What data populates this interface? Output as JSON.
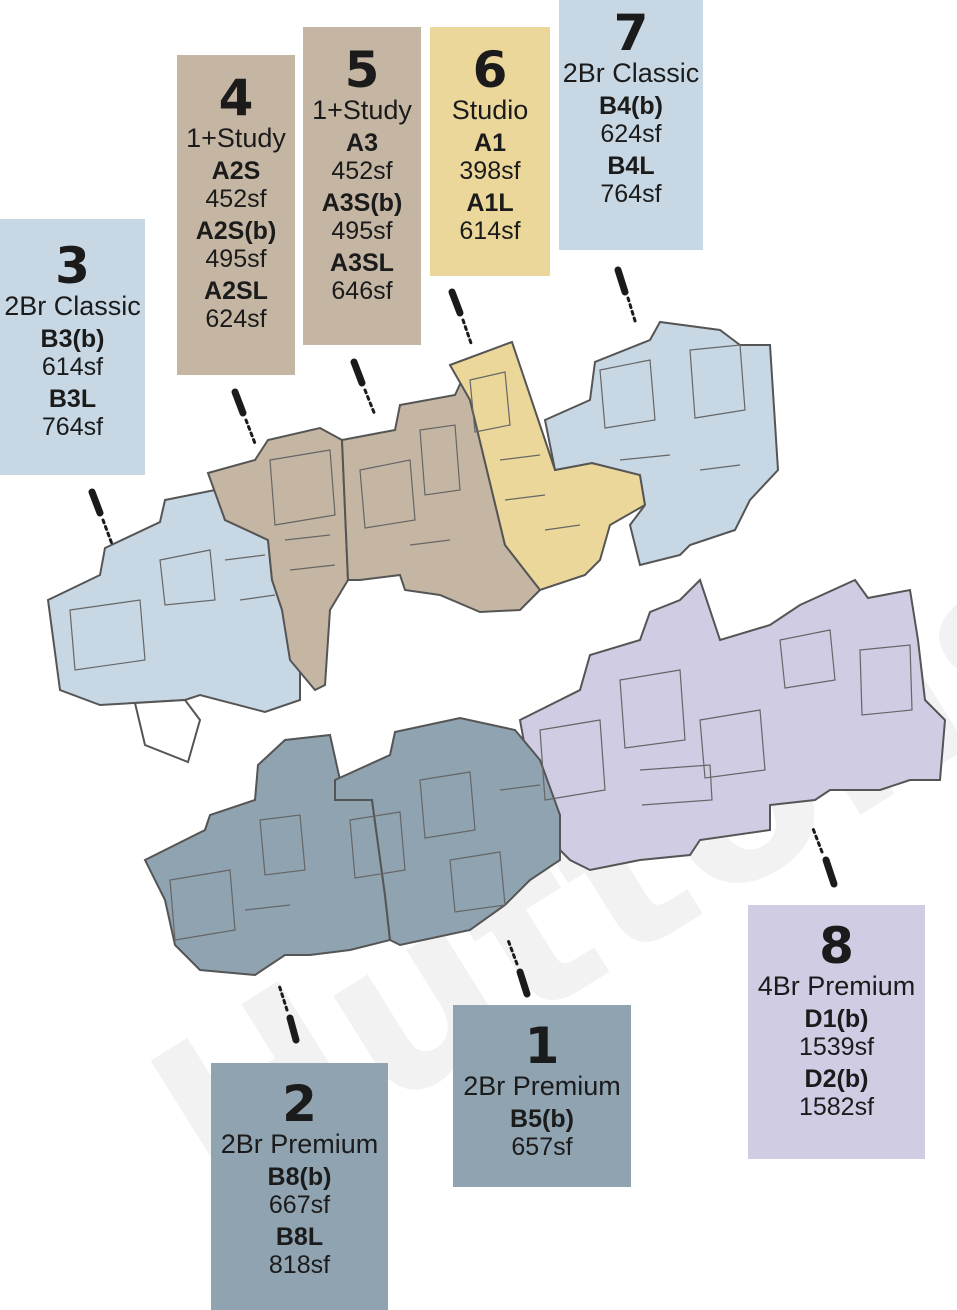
{
  "colors": {
    "classic_blue": "#c7d8e4",
    "study_tan": "#c4b6a3",
    "studio_yellow": "#ecd79a",
    "premium_slate": "#8fa3b1",
    "premium_lilac": "#d0cce4",
    "wall": "#555555",
    "watermark": "#f1f1f1"
  },
  "stacks": [
    {
      "number": "3",
      "type": "2Br Classic",
      "units": [
        {
          "code": "B3(b)",
          "size": "614sf"
        },
        {
          "code": "B3L",
          "size": "764sf"
        }
      ],
      "color_key": "classic_blue"
    },
    {
      "number": "4",
      "type": "1+Study",
      "units": [
        {
          "code": "A2S",
          "size": "452sf"
        },
        {
          "code": "A2S(b)",
          "size": "495sf"
        },
        {
          "code": "A2SL",
          "size": "624sf"
        }
      ],
      "color_key": "study_tan"
    },
    {
      "number": "5",
      "type": "1+Study",
      "units": [
        {
          "code": "A3",
          "size": "452sf"
        },
        {
          "code": "A3S(b)",
          "size": "495sf"
        },
        {
          "code": "A3SL",
          "size": "646sf"
        }
      ],
      "color_key": "study_tan"
    },
    {
      "number": "6",
      "type": "Studio",
      "units": [
        {
          "code": "A1",
          "size": "398sf"
        },
        {
          "code": "A1L",
          "size": "614sf"
        }
      ],
      "color_key": "studio_yellow"
    },
    {
      "number": "7",
      "type": "2Br Classic",
      "units": [
        {
          "code": "B4(b)",
          "size": "624sf"
        },
        {
          "code": "B4L",
          "size": "764sf"
        }
      ],
      "color_key": "classic_blue"
    },
    {
      "number": "2",
      "type": "2Br Premium",
      "units": [
        {
          "code": "B8(b)",
          "size": "667sf"
        },
        {
          "code": "B8L",
          "size": "818sf"
        }
      ],
      "color_key": "premium_slate"
    },
    {
      "number": "1",
      "type": "2Br Premium",
      "units": [
        {
          "code": "B5(b)",
          "size": "657sf"
        }
      ],
      "color_key": "premium_slate"
    },
    {
      "number": "8",
      "type": "4Br Premium",
      "units": [
        {
          "code": "D1(b)",
          "size": "1539sf"
        },
        {
          "code": "D2(b)",
          "size": "1582sf"
        }
      ],
      "color_key": "premium_lilac"
    }
  ]
}
